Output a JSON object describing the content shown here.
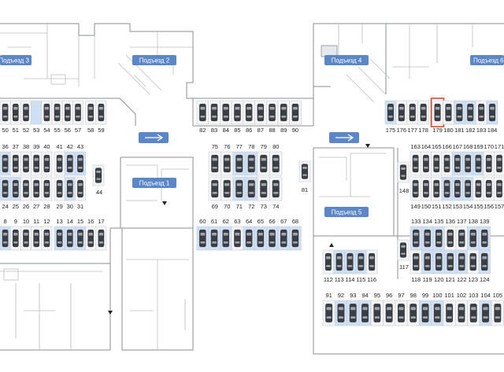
{
  "entrances": [
    {
      "id": "p3",
      "label": "Подъезд 3"
    },
    {
      "id": "p2",
      "label": "Подъезд 2"
    },
    {
      "id": "p1",
      "label": "Подъезд 1"
    },
    {
      "id": "p4",
      "label": "Подъезд 4"
    },
    {
      "id": "p5",
      "label": "Подъезд 5"
    },
    {
      "id": "p6",
      "label": "Подъезд 6"
    }
  ],
  "selected_spot": "179",
  "colors": {
    "blue_spot": "#cfe0f4",
    "free_spot": "#f4f5f7",
    "entrance": "#5b86c8",
    "selected": "#e2452f"
  },
  "rows": [
    {
      "id": "r1",
      "labels": [
        "50",
        "51",
        "52",
        "53",
        "54",
        "55",
        "56",
        "57",
        "58",
        "59"
      ],
      "blue": [
        3
      ],
      "car": [
        0,
        1,
        2,
        4,
        5,
        6,
        7,
        8,
        9
      ]
    },
    {
      "id": "r2",
      "labels": [
        "36",
        "37",
        "38",
        "39",
        "40",
        "41",
        "42",
        "43"
      ],
      "blue": [
        0,
        6,
        7
      ],
      "car": [
        0,
        1,
        2,
        3,
        4,
        5,
        6,
        7
      ]
    },
    {
      "id": "r3",
      "labels": [
        "24",
        "25",
        "26",
        "27",
        "28",
        "29",
        "30",
        "31"
      ],
      "blue": [
        0,
        1,
        6
      ],
      "car": [
        0,
        1,
        2,
        3,
        4,
        5,
        6,
        7
      ]
    },
    {
      "id": "r4",
      "labels": [
        "8",
        "9",
        "10",
        "11",
        "12",
        "13",
        "14",
        "15",
        "16",
        "17"
      ],
      "blue": [
        0,
        5,
        6,
        7
      ],
      "car": [
        0,
        1,
        2,
        3,
        4,
        5,
        6,
        7,
        8,
        9
      ]
    },
    {
      "id": "r5",
      "labels": [
        "82",
        "83",
        "84",
        "85",
        "86",
        "87",
        "88",
        "89",
        "90"
      ],
      "blue": [],
      "car": [
        0,
        1,
        2,
        3,
        4,
        5,
        6,
        7,
        8
      ]
    },
    {
      "id": "r6",
      "labels": [
        "75",
        "76",
        "77",
        "78",
        "79",
        "80"
      ],
      "blue": [
        2,
        3
      ],
      "car": [
        0,
        1,
        2,
        3,
        4,
        5
      ]
    },
    {
      "id": "r7",
      "labels": [
        "69",
        "70",
        "71",
        "72",
        "73",
        "74"
      ],
      "blue": [
        2,
        3
      ],
      "car": [
        0,
        1,
        2,
        3,
        4,
        5
      ]
    },
    {
      "id": "r8",
      "labels": [
        "60",
        "61",
        "62",
        "63",
        "64",
        "65",
        "66",
        "67",
        "68"
      ],
      "blue": [
        0,
        1,
        2,
        4,
        5,
        6,
        7,
        8
      ],
      "car": [
        0,
        1,
        2,
        3,
        4,
        5,
        6,
        7,
        8
      ]
    },
    {
      "id": "r9",
      "labels": [
        "175",
        "176",
        "177",
        "178",
        "179",
        "180",
        "181",
        "182",
        "183",
        "184"
      ],
      "blue": [
        0,
        6,
        7,
        9
      ],
      "car": [
        0,
        1,
        2,
        3,
        4,
        5,
        6,
        7,
        8,
        9
      ]
    },
    {
      "id": "r10",
      "labels": [
        "163",
        "164",
        "165",
        "166",
        "167",
        "168",
        "169",
        "170",
        "171"
      ],
      "blue": [
        4,
        5,
        6
      ],
      "car": [
        0,
        1,
        2,
        3,
        4,
        5,
        6,
        7,
        8
      ]
    },
    {
      "id": "r11",
      "labels": [
        "149",
        "150",
        "151",
        "152",
        "153",
        "154",
        "155",
        "156",
        "157"
      ],
      "blue": [
        3,
        4,
        5
      ],
      "car": [
        0,
        1,
        2,
        3,
        4,
        5,
        6,
        7,
        8
      ]
    },
    {
      "id": "r12",
      "labels": [
        "133",
        "134",
        "135",
        "136",
        "137",
        "138",
        "139"
      ],
      "blue": [
        0,
        1,
        2,
        5,
        6
      ],
      "car": [
        0,
        1,
        2,
        3,
        4,
        5,
        6
      ]
    },
    {
      "id": "r13",
      "labels": [
        "118",
        "119",
        "120",
        "121",
        "122",
        "123",
        "124"
      ],
      "blue": [
        1,
        2,
        3,
        4,
        6
      ],
      "car": [
        0,
        1,
        2,
        3,
        4,
        5,
        6
      ]
    },
    {
      "id": "r14",
      "labels": [
        "112",
        "113",
        "114",
        "115",
        "116"
      ],
      "blue": [
        1,
        2,
        3
      ],
      "car": [
        0,
        1,
        2,
        3,
        4
      ]
    },
    {
      "id": "r15",
      "labels": [
        "91",
        "92",
        "93",
        "94",
        "95",
        "96",
        "97",
        "98",
        "99",
        "100",
        "101",
        "102",
        "103",
        "104",
        "105"
      ],
      "blue": [
        1,
        2,
        3,
        8,
        9,
        13
      ],
      "car": [
        0,
        1,
        2,
        3,
        4,
        5,
        6,
        7,
        8,
        9,
        10,
        11,
        12,
        13,
        14
      ]
    }
  ],
  "singles": [
    {
      "id": "s44",
      "label": "44"
    },
    {
      "id": "s81",
      "label": "81"
    },
    {
      "id": "s148",
      "label": "148"
    },
    {
      "id": "s117",
      "label": "117"
    }
  ]
}
